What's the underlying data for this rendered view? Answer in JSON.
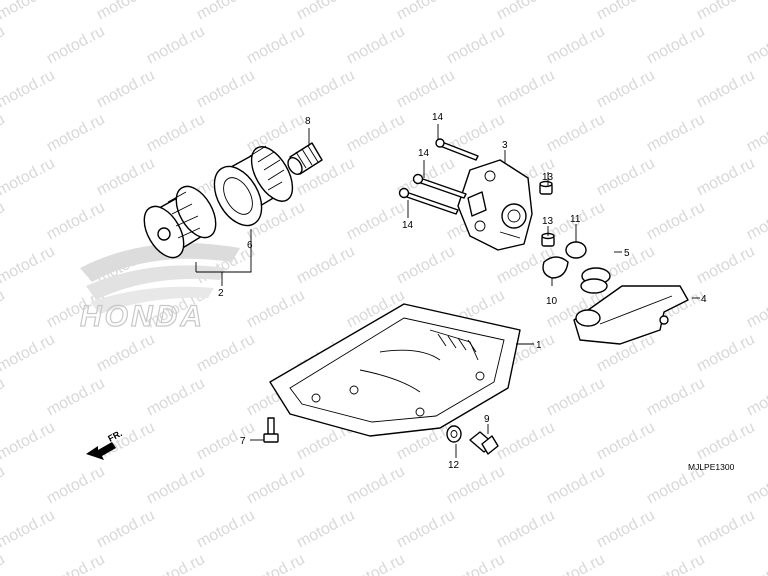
{
  "watermark": "motod.ru",
  "logo": "HONDA",
  "direction_label": "FR.",
  "diagram_code": "MJLPE1300",
  "callouts": {
    "c1": "1",
    "c2": "2",
    "c3": "3",
    "c4": "4",
    "c5": "5",
    "c6": "6",
    "c7": "7",
    "c8": "8",
    "c9": "9",
    "c10": "10",
    "c11": "11",
    "c12": "12",
    "c13a": "13",
    "c13b": "13",
    "c14a": "14",
    "c14b": "14",
    "c14c": "14"
  }
}
